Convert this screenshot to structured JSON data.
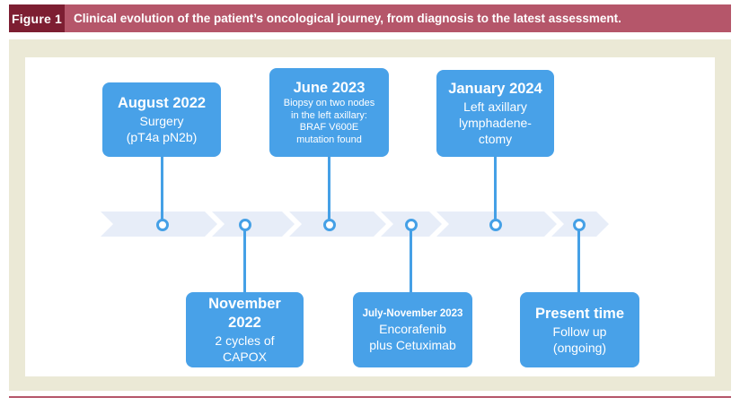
{
  "figure": {
    "tag": "Figure 1",
    "caption": "Clinical evolution of the patient’s oncological journey, from diagnosis to the latest assessment."
  },
  "colors": {
    "header_bg": "#b5566a",
    "tag_bg": "#7d1e32",
    "panel_bg": "#ebe9d6",
    "box_bg": "#48a1e8",
    "arrow_bg": "#e7edf8",
    "line": "#45a0e6"
  },
  "events": [
    {
      "title": "August 2022",
      "lines": [
        "Surgery",
        "(pT4a pN2b)"
      ]
    },
    {
      "title": "November 2022",
      "lines": [
        "2 cycles of",
        "CAPOX"
      ]
    },
    {
      "title": "June 2023",
      "lines": [
        "Biopsy on two nodes",
        "in the left axillary:",
        "BRAF V600E",
        "mutation found"
      ]
    },
    {
      "title": "July-November 2023",
      "lines": [
        "Encorafenib",
        "plus Cetuximab"
      ]
    },
    {
      "title": "January 2024",
      "lines": [
        "Left axillary",
        "lymphadene-",
        "ctomy"
      ]
    },
    {
      "title": "Present time",
      "lines": [
        "Follow up",
        "(ongoing)"
      ]
    }
  ]
}
